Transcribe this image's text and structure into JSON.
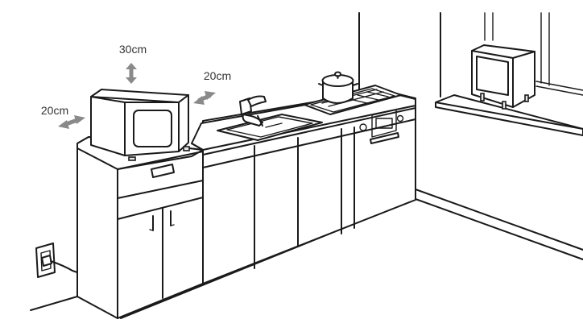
{
  "labels": {
    "top_clearance": "30cm",
    "left_clearance": "20cm",
    "right_clearance": "20cm"
  },
  "colors": {
    "line": "#1a1a1a",
    "arrow": "#8a8a8a",
    "text": "#333333",
    "background": "#ffffff"
  }
}
